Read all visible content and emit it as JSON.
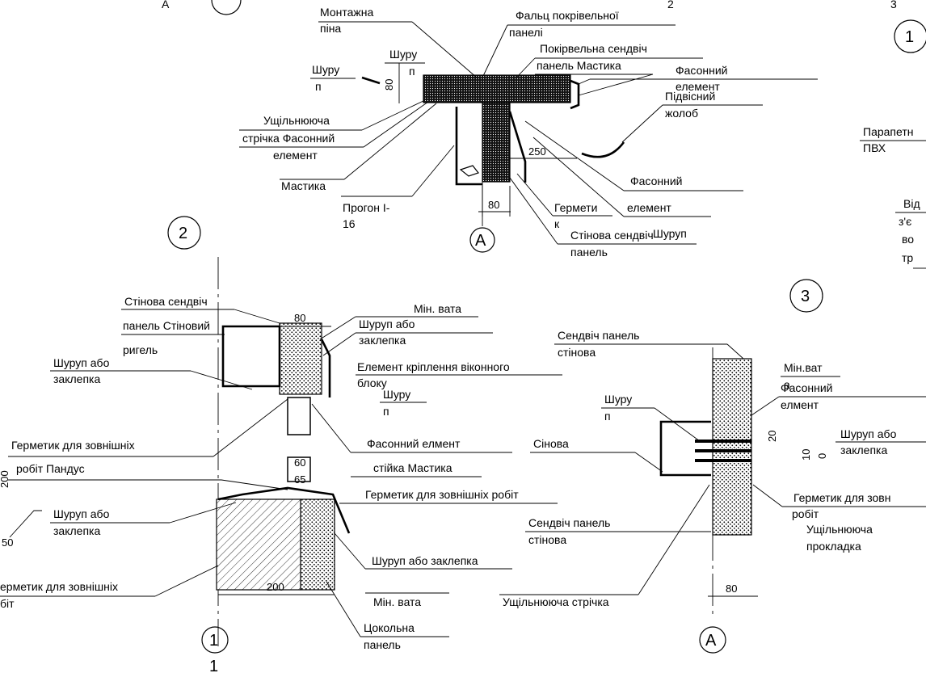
{
  "markers": {
    "section_1": "1",
    "section_2": "2",
    "section_3": "3",
    "axis_a": "А",
    "axis_1": "1"
  },
  "detail_top": {
    "montazhna_1": "Монтажна",
    "montazhna_2": "піна",
    "falts_1": "Фальц покрівельної",
    "falts_2": "панелі",
    "pokr_1": "Покірвельна сендвіч",
    "pokr_2": "панель Мастика",
    "shurup_a_1": "Шуру",
    "shurup_a_2": "п",
    "shurup_b_1": "Шуру",
    "shurup_b_2": "п",
    "fasonnyi_a_1": "Фасонний",
    "fasonnyi_a_2": "елемент",
    "pidvisnyi_1": "Підвісний",
    "pidvisnyi_2": "жолоб",
    "uschil_1": "Ущільнююча",
    "uschil_2": "стрічка Фасонний",
    "uschil_3": "елемент",
    "mastyka": "Мастика",
    "progon_1": "Прогон І-",
    "progon_2": "16",
    "germetyk_1": "Гермети",
    "germetyk_2": "к",
    "fasonnyi_b_1": "Фасонний",
    "fasonnyi_b_2": "елемент",
    "shurup_c": "Шуруп",
    "stinova_1": "Стінова сендвіч",
    "stinova_2": "панель",
    "dim_80_side": "80",
    "dim_250": "250",
    "dim_80_bottom": "80"
  },
  "detail_2": {
    "stinova_1": "Стінова сендвіч",
    "stinova_2": "панель Стіновий",
    "stinova_3": "ригель",
    "min_vata_top": "Мін. вата",
    "shurup_zakl_1": "Шуруп або",
    "shurup_zakl_2": "заклепка",
    "shurup_left_1": "Шуруп або",
    "shurup_left_2": "заклепка",
    "element_1": "Елемент кріплення віконного",
    "element_2": "блоку",
    "shurup_small_1": "Шуру",
    "shurup_small_2": "п",
    "germetyk_z_1": "Герметик для зовнішніх",
    "germetyk_z_2": "робіт Пандус",
    "fasonnyi_1": "Фасонний елмент",
    "fasonnyi_2": "стійка Мастика",
    "germetyk_mid": "Герметик для зовнішніх робіт",
    "shurup_bot_left_1": "Шуруп або",
    "shurup_bot_left_2": "заклепка",
    "shurup_bot_right": "Шуруп або заклепка",
    "germetyk_bot_1": "ерметик для зовнішніх",
    "germetyk_bot_2": "біт",
    "min_vata_bot": "Мін. вата",
    "tsokol_1": "Цокольна",
    "tsokol_2": "панель",
    "dim_80": "80",
    "dim_60": "60",
    "dim_65": "65",
    "dim_200": "200",
    "dim_50": "50",
    "dim_200_vert": "200"
  },
  "detail_3": {
    "sendvich_1": "Сендвіч панель",
    "sendvich_2": "стінова",
    "min_vat_1": "Мін.ват",
    "min_vat_2": "а",
    "fasonnyi_1": "Фасонний",
    "fasonnyi_2": "елмент",
    "shurup_1": "Шуру",
    "shurup_2": "п",
    "sinova": "Сінова",
    "shurup_zakl_1": "Шуруп або",
    "shurup_zakl_2": "заклепка",
    "germetyk_1": "Герметик для зовн",
    "germetyk_2": "робіт",
    "uschil_1": "Ущільнююча",
    "uschil_2": "прокладка",
    "sendvich_b_1": "Сендвіч панель",
    "sendvich_b_2": "стінова",
    "uschil_strichka": "Ущільнююча стрічка",
    "dim_20": "20",
    "dim_10": "10",
    "dim_0": "0",
    "dim_80": "80"
  },
  "detail_right": {
    "parapet_1": "Парапетн",
    "parapet_2": "ПВХ",
    "vid_1": "Від",
    "vid_2": "з'є",
    "vid_3": "во",
    "vid_4": "тр"
  },
  "top_edge": {
    "a": "А",
    "two": "2",
    "three": "3"
  }
}
